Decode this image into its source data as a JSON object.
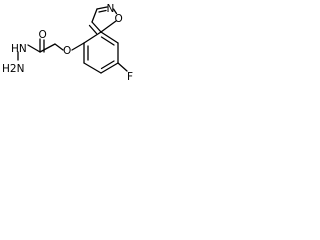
{
  "molecule": {
    "atoms": {
      "o_isoxazole": "O",
      "n_isoxazole": "N",
      "o_carbonyl": "O",
      "o_ether": "O",
      "nh": "HN",
      "nh2": "H2N",
      "fluorine": "F"
    }
  }
}
